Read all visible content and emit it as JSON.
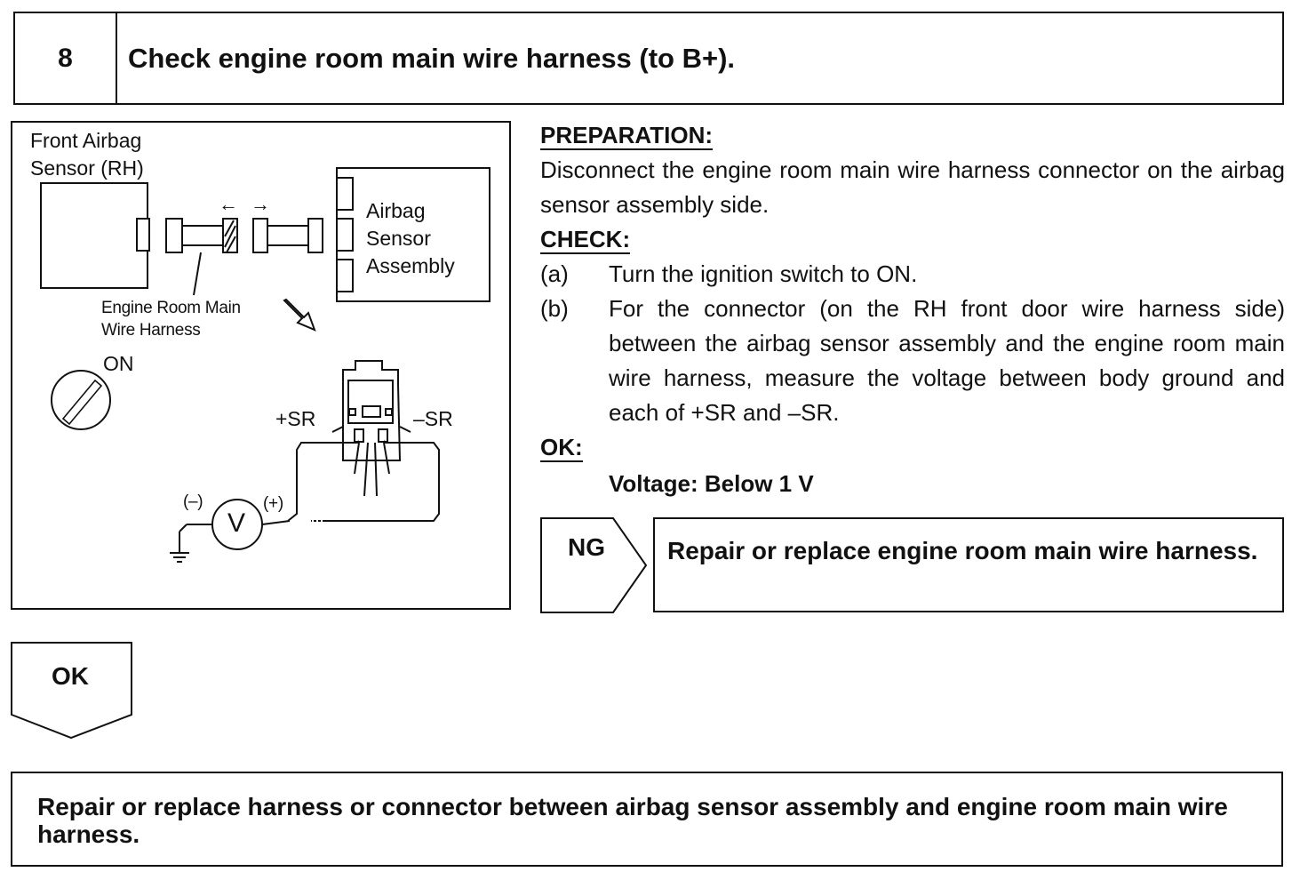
{
  "step": {
    "number": "8",
    "title": "Check engine room main wire harness (to B+)."
  },
  "figure": {
    "front_sensor_label_1": "Front Airbag",
    "front_sensor_label_2": "Sensor (RH)",
    "assembly_label_1": "Airbag",
    "assembly_label_2": "Sensor",
    "assembly_label_3": "Assembly",
    "harness_label_1": "Engine Room Main",
    "harness_label_2": "Wire Harness",
    "ignition_label": "ON",
    "plus_sr_label": "+SR",
    "minus_sr_label": "–SR",
    "meter_neg_label": "(–)",
    "meter_pos_label": "(+)",
    "meter_symbol": "V",
    "arrow_left": "←",
    "arrow_right": "→"
  },
  "instructions": {
    "preparation_heading": "PREPARATION:",
    "preparation_text": "Disconnect the engine room main wire harness connector on the airbag sensor assembly side.",
    "check_heading": "CHECK:",
    "steps": [
      {
        "letter": "(a)",
        "text": "Turn the ignition switch to ON."
      },
      {
        "letter": "(b)",
        "text": "For the connector (on the RH front door wire harness side) between the airbag sensor assembly and the en­gine room main wire harness, measure the voltage be­tween body ground and each of +SR and –SR."
      }
    ],
    "ok_heading": "OK:",
    "ok_value": "Voltage: Below 1 V"
  },
  "ng_branch": {
    "label": "NG",
    "action": "Repair or replace engine room main wire har­ness."
  },
  "ok_branch": {
    "label": "OK",
    "action": "Repair or replace harness or connector between airbag sensor assembly and engine room main wire harness."
  }
}
